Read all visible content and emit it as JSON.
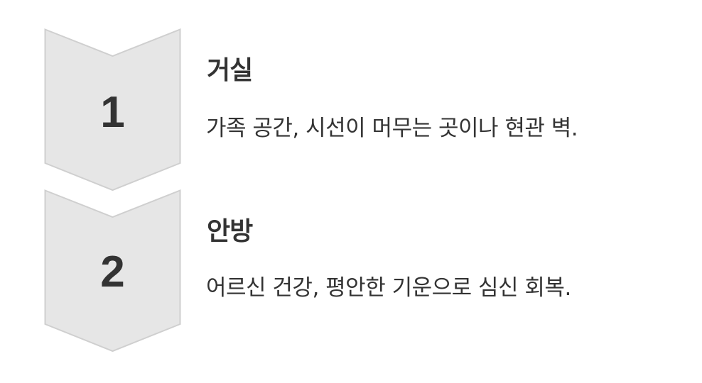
{
  "colors": {
    "chevron_fill": "#e6e6e6",
    "chevron_stroke": "#cfcfcf",
    "text": "#333333",
    "background": "#ffffff"
  },
  "steps": [
    {
      "number": "1",
      "title": "거실",
      "description": "가족 공간, 시선이 머무는 곳이나 현관 벽."
    },
    {
      "number": "2",
      "title": "안방",
      "description": "어르신 건강, 평안한 기운으로 심신 회복."
    }
  ]
}
